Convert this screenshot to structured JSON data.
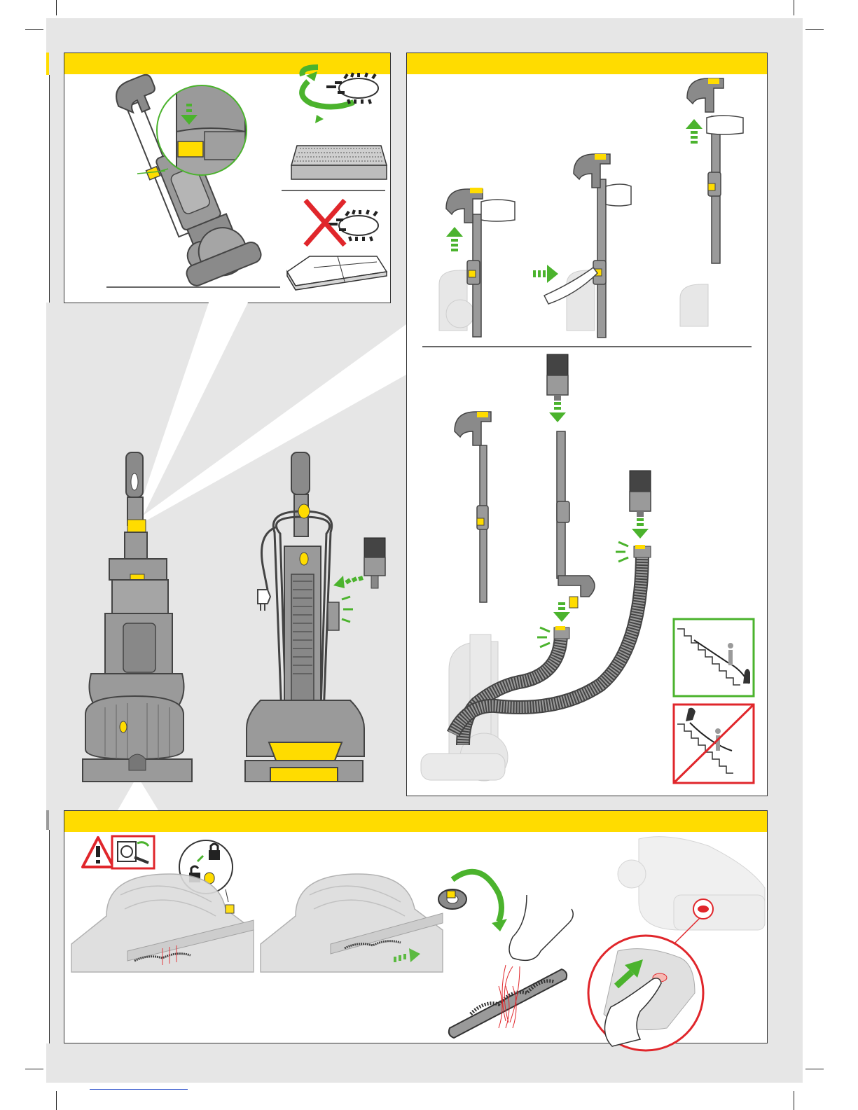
{
  "colors": {
    "accent_yellow": "#ffdc00",
    "arrow_green": "#4bb32d",
    "warning_red": "#e0262b",
    "body_gray": "#9a9a9a",
    "dark_gray": "#5a5a5a",
    "page_gray": "#e6e6e6"
  },
  "panels": {
    "top_left": {
      "name": "filter-wash-panel"
    },
    "top_right": {
      "name": "wand-hose-panel"
    },
    "bottom": {
      "name": "brushbar-clearing-panel"
    }
  },
  "icons": [
    "rotate-arrow-icon",
    "brush-icon",
    "cross-icon",
    "down-arrow-icon",
    "up-arrow-icon",
    "right-arrow-icon",
    "warning-triangle-icon",
    "unplug-icon",
    "lock-icon",
    "unlock-icon",
    "stairs-correct-icon",
    "stairs-incorrect-icon",
    "hand-icon",
    "push-button-icon"
  ]
}
